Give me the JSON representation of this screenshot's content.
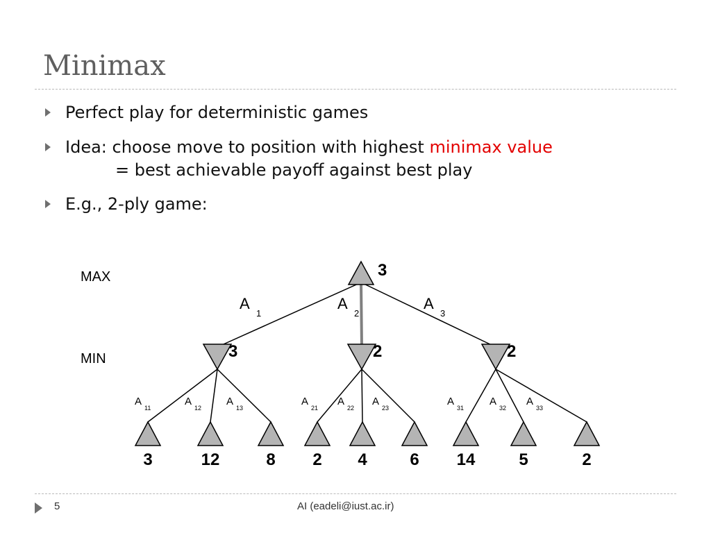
{
  "slide": {
    "title": "Minimax",
    "bullets": [
      {
        "text": "Perfect play for deterministic games"
      },
      {
        "text": "Idea: choose move to position with highest ",
        "highlight": "minimax value",
        "highlight_color": "#e30000",
        "continuation": "= best achievable payoff against best play"
      },
      {
        "text": "E.g., 2-ply game:"
      }
    ],
    "footer": {
      "page_number": "5",
      "text": "AI (eadeli@iust.ac.ir)"
    }
  },
  "diagram": {
    "level_labels": {
      "max": "MAX",
      "min": "MIN"
    },
    "root": {
      "value": "3"
    },
    "moves": [
      {
        "label": "A",
        "sub": "1",
        "value": "3",
        "children": [
          {
            "label": "A",
            "sub": "11",
            "value": "3"
          },
          {
            "label": "A",
            "sub": "12",
            "value": "12"
          },
          {
            "label": "A",
            "sub": "13",
            "value": "8"
          }
        ]
      },
      {
        "label": "A",
        "sub": "2",
        "value": "2",
        "children": [
          {
            "label": "A",
            "sub": "21",
            "value": "2"
          },
          {
            "label": "A",
            "sub": "22",
            "value": "4"
          },
          {
            "label": "A",
            "sub": "23",
            "value": "6"
          }
        ]
      },
      {
        "label": "A",
        "sub": "3",
        "value": "2",
        "children": [
          {
            "label": "A",
            "sub": "31",
            "value": "14"
          },
          {
            "label": "A",
            "sub": "32",
            "value": "5"
          },
          {
            "label": "A",
            "sub": "33",
            "value": "2"
          }
        ]
      }
    ],
    "colors": {
      "node_fill": "#b4b4b4",
      "line": "#000000",
      "best_line": "#808080"
    }
  }
}
